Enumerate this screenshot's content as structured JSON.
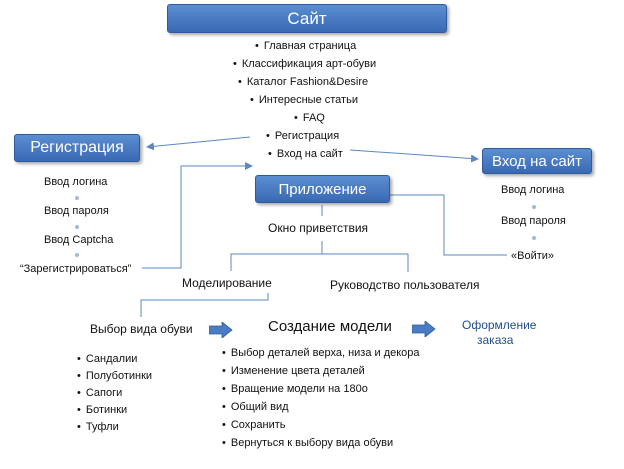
{
  "site": {
    "title": "Сайт",
    "items": [
      "Главная страница",
      "Классификация арт-обуви",
      "Каталог Fashion&Desire",
      "Интересные статьи",
      "FAQ",
      "Регистрация",
      "Вход на сайт"
    ]
  },
  "registration": {
    "title": "Регистрация",
    "steps": [
      "Ввод логина",
      "Ввод пароля",
      "Ввод Captcha",
      "“Зарегистрироваться”"
    ]
  },
  "login": {
    "title": "Вход на сайт",
    "steps": [
      "Ввод логина",
      "Ввод пароля",
      "«Войти»"
    ]
  },
  "app": {
    "title": "Приложение",
    "welcome": "Окно приветствия",
    "modeling": "Моделирование",
    "guide": "Руководство пользователя"
  },
  "shoe_type": {
    "title": "Выбор вида обуви",
    "items": [
      "Сандалии",
      "Полуботинки",
      "Сапоги",
      "Ботинки",
      "Туфли"
    ]
  },
  "model": {
    "title": "Создание модели",
    "items": [
      "Выбор деталей верха, низа и декора",
      "Изменение цвета деталей",
      "Вращение модели на 180о",
      "Общий вид",
      "Сохранить",
      "Вернуться к выбору вида обуви"
    ]
  },
  "order": {
    "line1": "Оформление",
    "line2": "заказа"
  },
  "colors": {
    "box": "#4a7cc4",
    "line": "#5b87c5",
    "order_text": "#1f4e8c"
  }
}
